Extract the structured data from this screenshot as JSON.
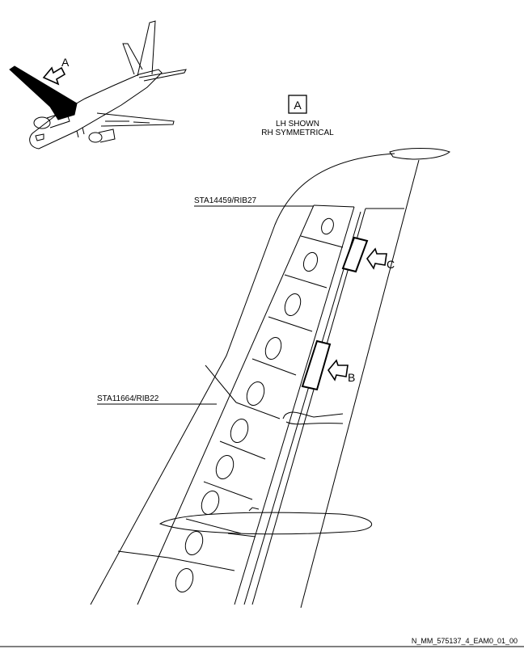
{
  "view": {
    "ref_letter": "A",
    "note_line1": "LH SHOWN",
    "note_line2": "RH SYMMETRICAL"
  },
  "callouts": {
    "aircraft_arrow": "A",
    "panel_b": "B",
    "panel_c": "C"
  },
  "stations": {
    "upper": "STA14459/RIB27",
    "lower": "STA11664/RIB22"
  },
  "footer": {
    "figure_id": "N_MM_575137_4_EAM0_01_00"
  },
  "colors": {
    "line": "#000000",
    "highlight_wing": "#000000",
    "background": "#ffffff"
  }
}
